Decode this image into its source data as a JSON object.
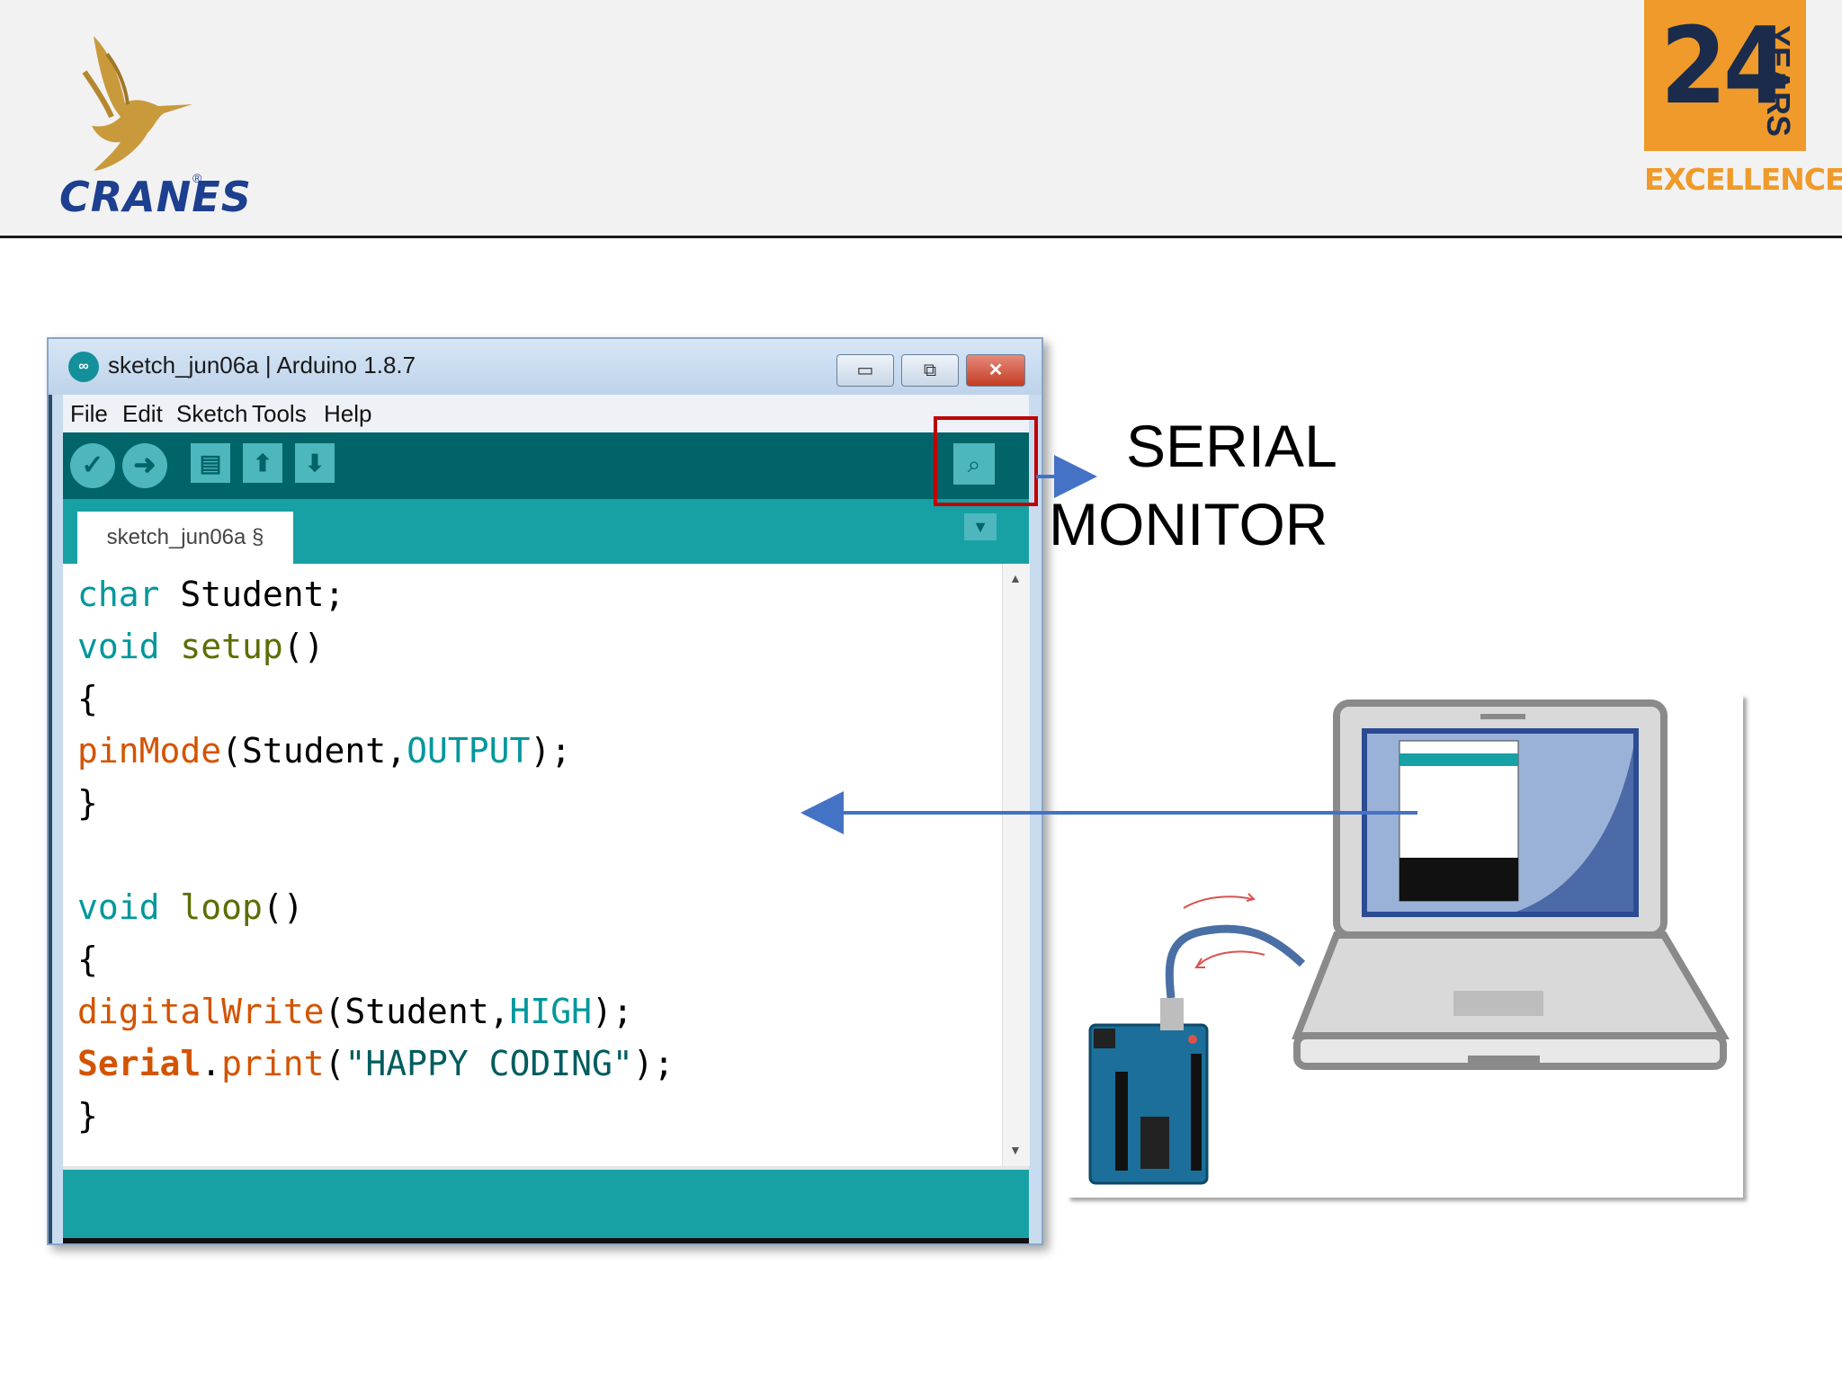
{
  "header": {
    "logo_text": "CRANES",
    "logo_reg": "®",
    "badge_number": "24",
    "badge_years": "YEARS",
    "badge_tagline": "EXCELLENCE"
  },
  "window": {
    "title": "sketch_jun06a | Arduino 1.8.7",
    "app_icon_glyph": "∞",
    "controls": {
      "minimize": "▭",
      "maximize": "⧉",
      "close": "✕"
    },
    "menu": [
      "File",
      "Edit",
      "Sketch",
      "Tools",
      "Help"
    ],
    "toolbar": {
      "verify_glyph": "✓",
      "upload_glyph": "➜",
      "new_glyph": "▤",
      "open_glyph": "⬆",
      "save_glyph": "⬇",
      "serial_monitor_glyph": "⌕"
    },
    "tab": {
      "label": "sketch_jun06a §",
      "menu_glyph": "▼"
    },
    "code": {
      "l1_type": "char",
      "l1_rest": " Student;",
      "l2_type": "void",
      "l2_fn": " setup",
      "l2_rest": "()",
      "l3": "{",
      "l4_fn": "pinMode",
      "l4_a": "(Student,",
      "l4_const": "OUTPUT",
      "l4_b": ");",
      "l5": "}",
      "l7_type": "void",
      "l7_fn": " loop",
      "l7_rest": "()",
      "l8": "{",
      "l9_fn": "digitalWrite",
      "l9_a": "(Student,",
      "l9_const": "HIGH",
      "l9_b": ");",
      "l10_obj": "Serial",
      "l10_dot": ".",
      "l10_fn": "print",
      "l10_a": "(",
      "l10_str": "\"HAPPY CODING\"",
      "l10_b": ");",
      "l11": "}"
    },
    "scroll": {
      "up_glyph": "▲",
      "down_glyph": "▼"
    }
  },
  "annotation": {
    "line1": "SERIAL",
    "line2": "MONITOR"
  },
  "colors": {
    "toolbar": "#006468",
    "accent_teal": "#17a1a5",
    "highlight_red": "#c00000",
    "arrow_blue": "#4472c4",
    "brand_orange": "#ef9a2a"
  }
}
